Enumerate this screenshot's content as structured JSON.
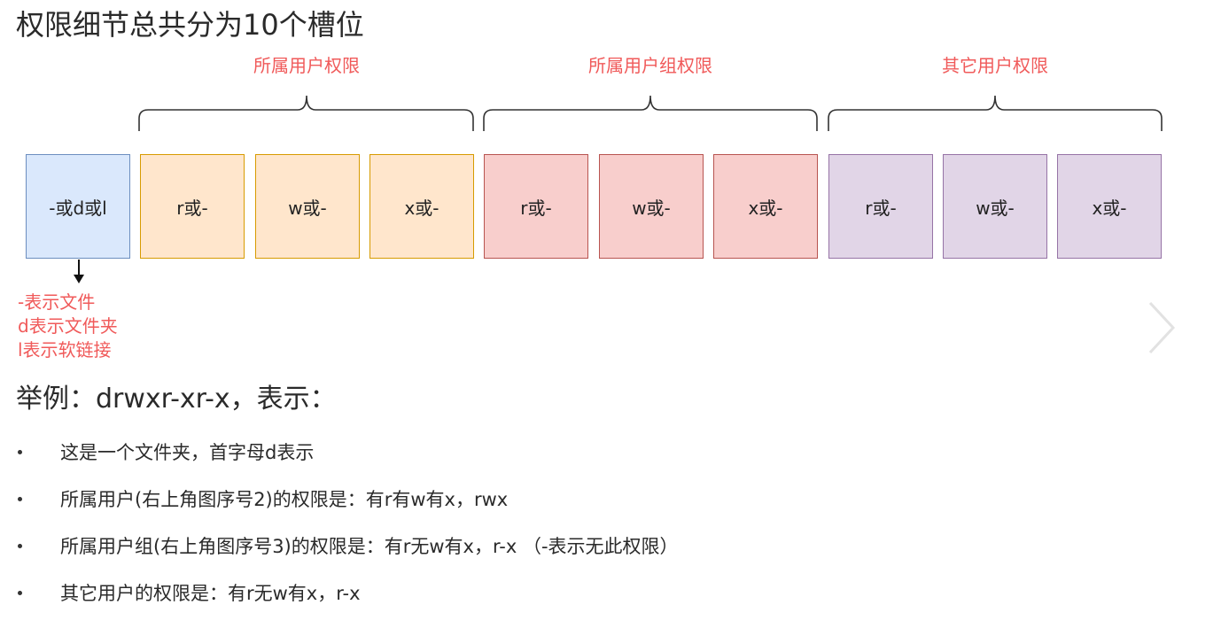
{
  "title": "权限细节总共分为10个槽位",
  "groups": [
    {
      "label": "所属用户权限"
    },
    {
      "label": "所属用户组权限"
    },
    {
      "label": "其它用户权限"
    }
  ],
  "slots": [
    {
      "text": "-或d或l",
      "kind": "type"
    },
    {
      "text": "r或-",
      "kind": "user"
    },
    {
      "text": "w或-",
      "kind": "user"
    },
    {
      "text": "x或-",
      "kind": "user"
    },
    {
      "text": "r或-",
      "kind": "group"
    },
    {
      "text": "w或-",
      "kind": "group"
    },
    {
      "text": "x或-",
      "kind": "group"
    },
    {
      "text": "r或-",
      "kind": "other"
    },
    {
      "text": "w或-",
      "kind": "other"
    },
    {
      "text": "x或-",
      "kind": "other"
    }
  ],
  "legend": [
    "-表示文件",
    "d表示文件夹",
    "l表示软链接"
  ],
  "example": {
    "heading": "举例：drwxr-xr-x，表示：",
    "bullets": [
      "这是一个文件夹，首字母d表示",
      "所属用户(右上角图序号2)的权限是：有r有w有x，rwx",
      "所属用户组(右上角图序号3)的权限是：有r无w有x，r-x  （-表示无此权限）",
      "其它用户的权限是：有r无w有x，r-x"
    ]
  },
  "colors": {
    "accent_red": "#f05a5a",
    "type_fill": "#dae8fc",
    "user_fill": "#ffe6cc",
    "group_fill": "#f8cecc",
    "other_fill": "#e1d5e7"
  },
  "icons": {
    "next": "chevron-right-icon",
    "down": "arrow-down-icon"
  }
}
